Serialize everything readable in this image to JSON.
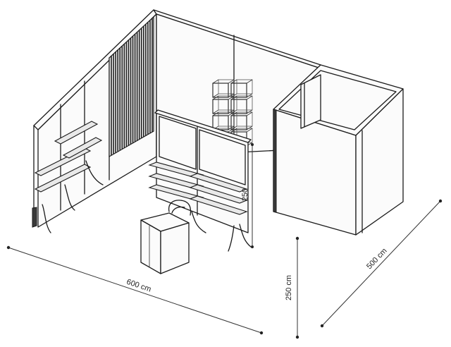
{
  "dimensions": {
    "width_label": "600 cm",
    "depth_label": "500 cm",
    "height_label": "250 cm",
    "inner_height_label": "250"
  }
}
